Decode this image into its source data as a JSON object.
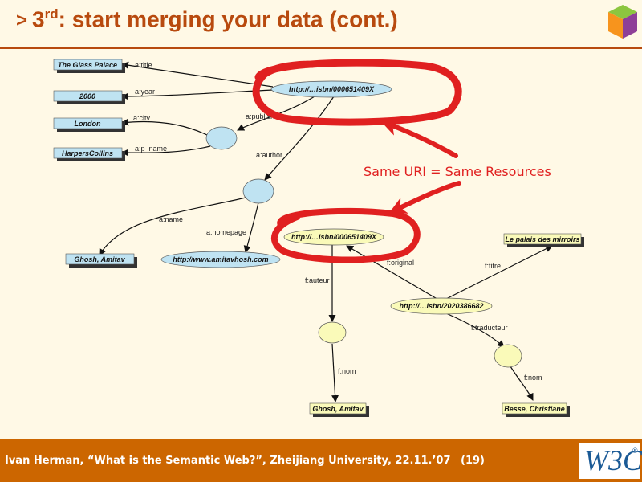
{
  "slide": {
    "title_prefix": ">",
    "title_ordinal": "3",
    "title_superscript": "rd",
    "title_rest": ": start merging your data (cont.)",
    "callout": "Same URI = Same Resources",
    "footer": "Ivan Herman, “What is the Semantic Web?”, Zheijiang University,  22.11.’07",
    "page": "(19)",
    "logo_text": "W3C",
    "logo_mark": "®"
  },
  "graph": {
    "nodes": {
      "glass_palace": "The Glass Palace",
      "year_2000": "2000",
      "london": "London",
      "harpercollins": "HarpersCollins",
      "isbn_top": "http://…isbn/000651409X",
      "ghosh_top": "Ghosh, Amitav",
      "homepage": "http://www.amitavhosh.com",
      "isbn_bottom": "http://…isbn/000651409X",
      "palais": "Le palais des mirroirs",
      "isbn_fr": "http://…isbn/2020386682",
      "ghosh_bottom": "Ghosh, Amitav",
      "besse": "Besse, Christiane"
    },
    "edges": {
      "a_title": "a:title",
      "a_year": "a:year",
      "a_city": "a:city",
      "a_p_name": "a:p_name",
      "a_publisher": "a:publisher",
      "a_author": "a:author",
      "a_name": "a:name",
      "a_homepage": "a:homepage",
      "f_original": "f:original",
      "f_titre": "f:titre",
      "f_auteur": "f:auteur",
      "f_traducteur": "f:traducteur",
      "f_nom_left": "f:nom",
      "f_nom_right": "f:nom"
    }
  },
  "colors": {
    "title": "#b84a0e",
    "footer_bg": "#cc6600",
    "english_fill": "#bfe3f2",
    "french_fill": "#fafab9",
    "highlight": "#e02020"
  }
}
